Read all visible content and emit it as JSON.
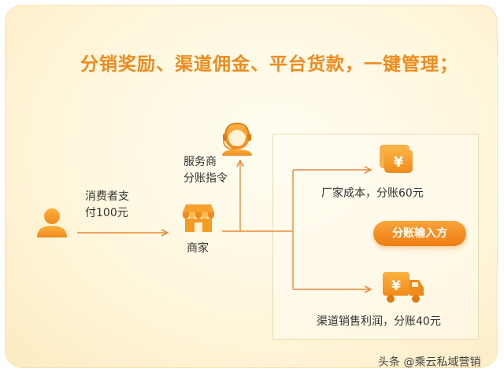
{
  "headline": "分销奖励、渠道佣金、平台货款，一键管理；",
  "consumer": {
    "line1": "消费者支",
    "line2": "付100元"
  },
  "merchant": {
    "label": "商家"
  },
  "service": {
    "line1": "服务商",
    "line2": "分账指令"
  },
  "factory": {
    "label": "厂家成本，分账60元",
    "icon_symbol": "¥"
  },
  "channel": {
    "label": "渠道销售利润，分账40元",
    "icon_symbol": "¥"
  },
  "badge": {
    "label": "分账输入方"
  },
  "watermark": "头条 @乘云私域营销",
  "colors": {
    "accent": "#f08a1c",
    "icon_orange": "#f59a23",
    "arrow": "#e98a3a",
    "background": "#fff6dc"
  },
  "icons": {
    "consumer": "person-icon",
    "merchant": "store-icon",
    "service": "headset-agent-icon",
    "factory": "yen-coins-icon",
    "channel": "yen-truck-icon"
  }
}
